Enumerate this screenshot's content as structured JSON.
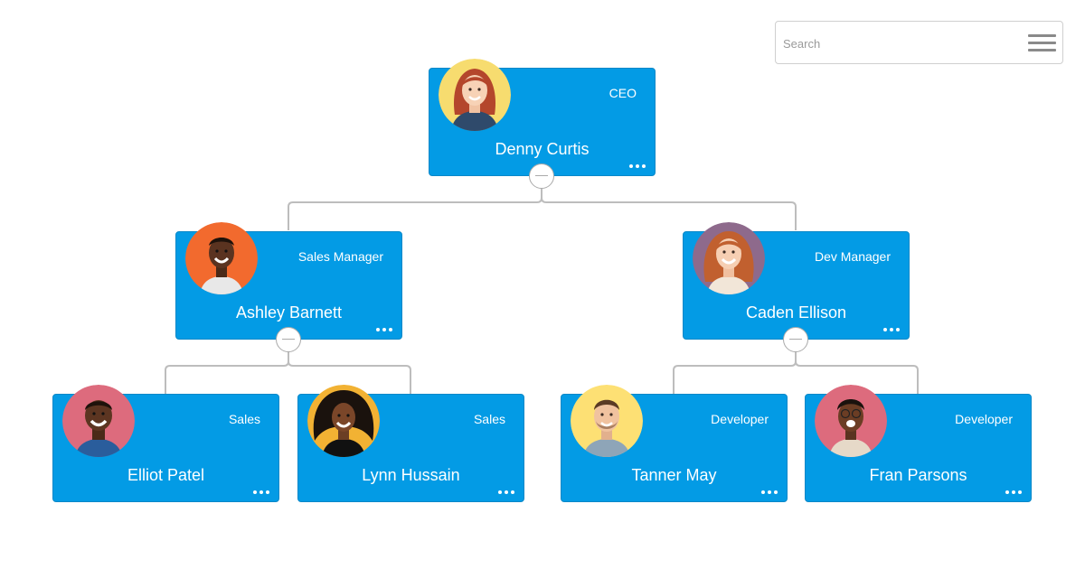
{
  "search": {
    "placeholder": "Search"
  },
  "menu": {
    "icon": "hamburger-menu-icon"
  },
  "colors": {
    "card": "#039be5",
    "link": "#bdbdbd",
    "text": "#ffffff"
  },
  "nodes": [
    {
      "name": "Denny Curtis",
      "title": "CEO",
      "avatar_bg": "#f7dc6f"
    },
    {
      "name": "Ashley Barnett",
      "title": "Sales Manager",
      "avatar_bg": "#f26a2e"
    },
    {
      "name": "Caden Ellison",
      "title": "Dev Manager",
      "avatar_bg": "#8e6a8c"
    },
    {
      "name": "Elliot Patel",
      "title": "Sales",
      "avatar_bg": "#dd6b7d"
    },
    {
      "name": "Lynn Hussain",
      "title": "Sales",
      "avatar_bg": "#f2b233"
    },
    {
      "name": "Tanner May",
      "title": "Developer",
      "avatar_bg": "#fde074"
    },
    {
      "name": "Fran Parsons",
      "title": "Developer",
      "avatar_bg": "#dd6b7d"
    }
  ]
}
